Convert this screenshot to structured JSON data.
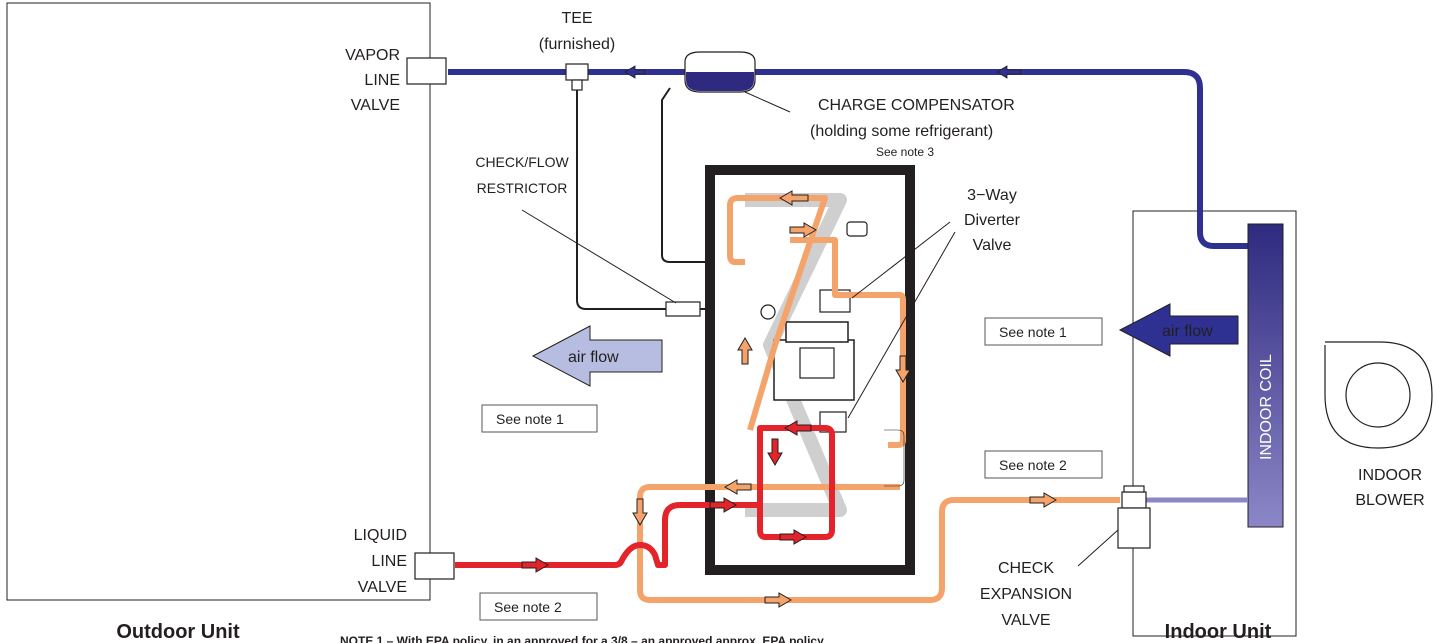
{
  "labels": {
    "vapor_line_valve": [
      "VAPOR",
      "LINE",
      "VALVE"
    ],
    "liquid_line_valve": [
      "LIQUID",
      "LINE",
      "VALVE"
    ],
    "tee": [
      "TEE",
      "(furnished)"
    ],
    "charge_compensator": [
      "CHARGE COMPENSATOR",
      "(holding some refrigerant)"
    ],
    "charge_compensator_note": "See note 3",
    "check_flow_restrictor": [
      "CHECK/FLOW",
      "RESTRICTOR"
    ],
    "diverter_valve": [
      "3−Way",
      "Diverter",
      "Valve"
    ],
    "check_expansion_valve": [
      "CHECK",
      "EXPANSION",
      "VALVE"
    ],
    "indoor_coil": "INDOOR COIL",
    "indoor_blower": [
      "INDOOR",
      "BLOWER"
    ],
    "outdoor_unit": "Outdoor Unit",
    "indoor_unit": "Indoor Unit",
    "air_flow_outdoor": "air flow",
    "air_flow_indoor": "air flow",
    "note_outdoor_1": "See note 1",
    "note_outdoor_2": "See note 2",
    "note_indoor_1": "See note 1",
    "note_indoor_2": "See note 2",
    "footer_note": "NOTE 1 – With EPA policy, in an approved for a 3/8 – an approved approx. EPA policy"
  },
  "colors": {
    "vapor_line": "#2e3192",
    "liquid_hot": "#e3242b",
    "liquid_warm": "#f4a46a",
    "indoor_coil_top": "#2e2a7f",
    "indoor_coil_bottom": "#8b87c7",
    "air_flow_outdoor": "#b7bde0",
    "air_flow_indoor": "#2e3192",
    "outline": "#231f20"
  }
}
